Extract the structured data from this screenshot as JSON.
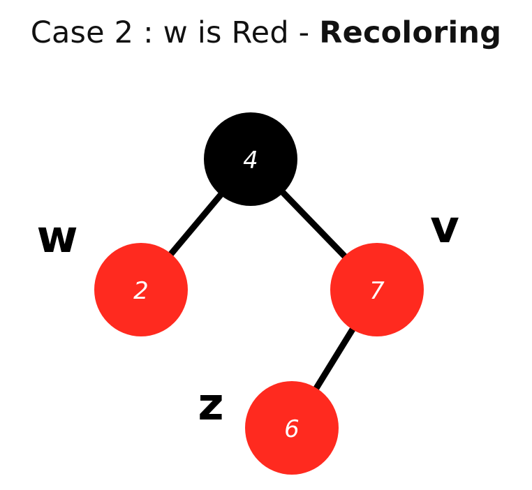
{
  "title": {
    "prefix": "Case 2 : w is Red - ",
    "emphasis": "Recoloring"
  },
  "colors": {
    "red": "#ff2a1f",
    "black": "#000000",
    "key_on_red": "#ffffff",
    "key_on_black": "#ffffff"
  },
  "tree": {
    "nodes": [
      {
        "id": "n4",
        "key": "4",
        "color": "black",
        "label": ""
      },
      {
        "id": "n2",
        "key": "2",
        "color": "red",
        "label": "w"
      },
      {
        "id": "n7",
        "key": "7",
        "color": "red",
        "label": "v"
      },
      {
        "id": "n6",
        "key": "6",
        "color": "red",
        "label": "z"
      }
    ],
    "edges": [
      {
        "from": "n4",
        "to": "n2"
      },
      {
        "from": "n4",
        "to": "n7"
      },
      {
        "from": "n7",
        "to": "n6"
      }
    ]
  }
}
